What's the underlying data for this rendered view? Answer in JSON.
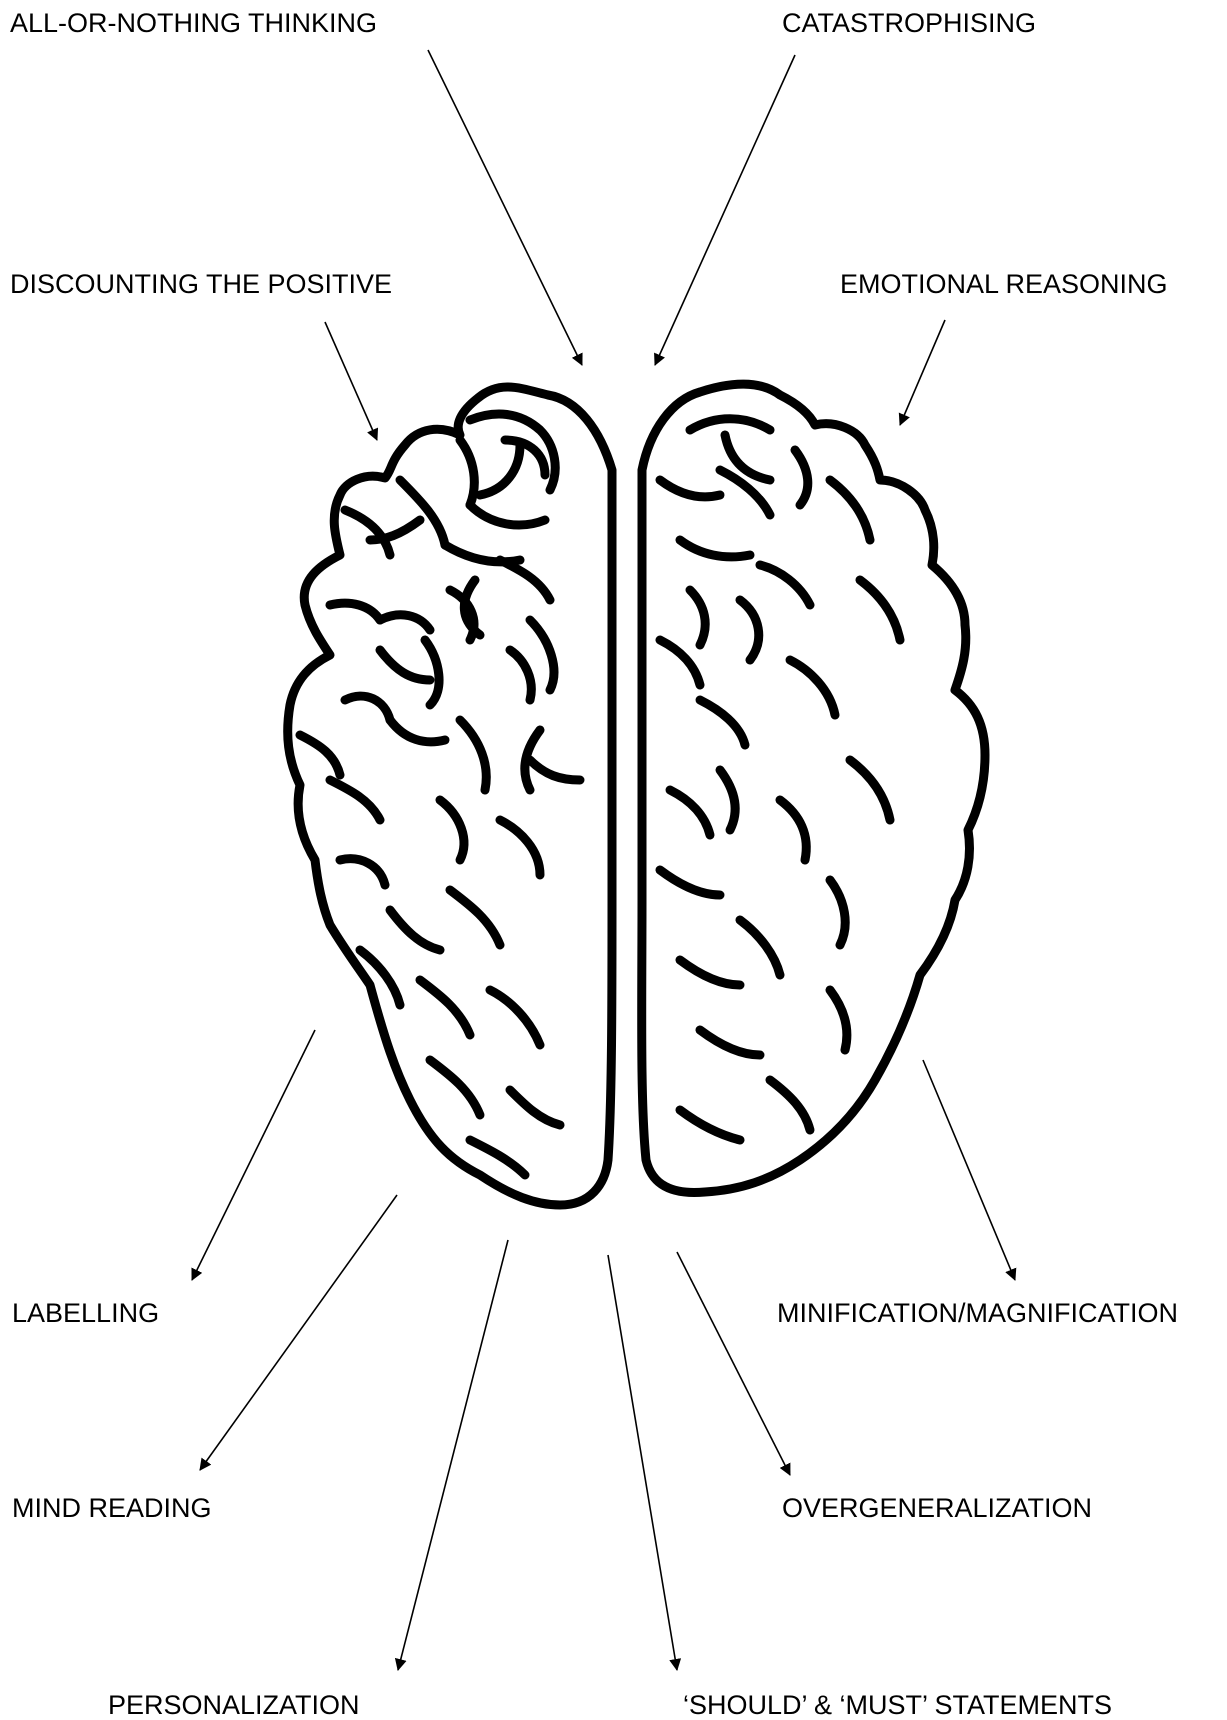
{
  "diagram": {
    "labels": {
      "all_or_nothing": "ALL-OR-NOTHING THINKING",
      "catastrophising": "CATASTROPHISING",
      "discounting_the_positive": "DISCOUNTING THE POSITIVE",
      "emotional_reasoning": "EMOTIONAL REASONING",
      "labelling": "LABELLING",
      "minification_magnification": "MINIFICATION/MAGNIFICATION",
      "mind_reading": "MIND READING",
      "overgeneralization": "OVERGENERALIZATION",
      "personalization": "PERSONALIZATION",
      "should_must_statements": "‘SHOULD’ & ‘MUST’ STATEMENTS"
    },
    "central_image": "brain-icon",
    "colors": {
      "ink": "#000000",
      "background": "#ffffff"
    }
  }
}
